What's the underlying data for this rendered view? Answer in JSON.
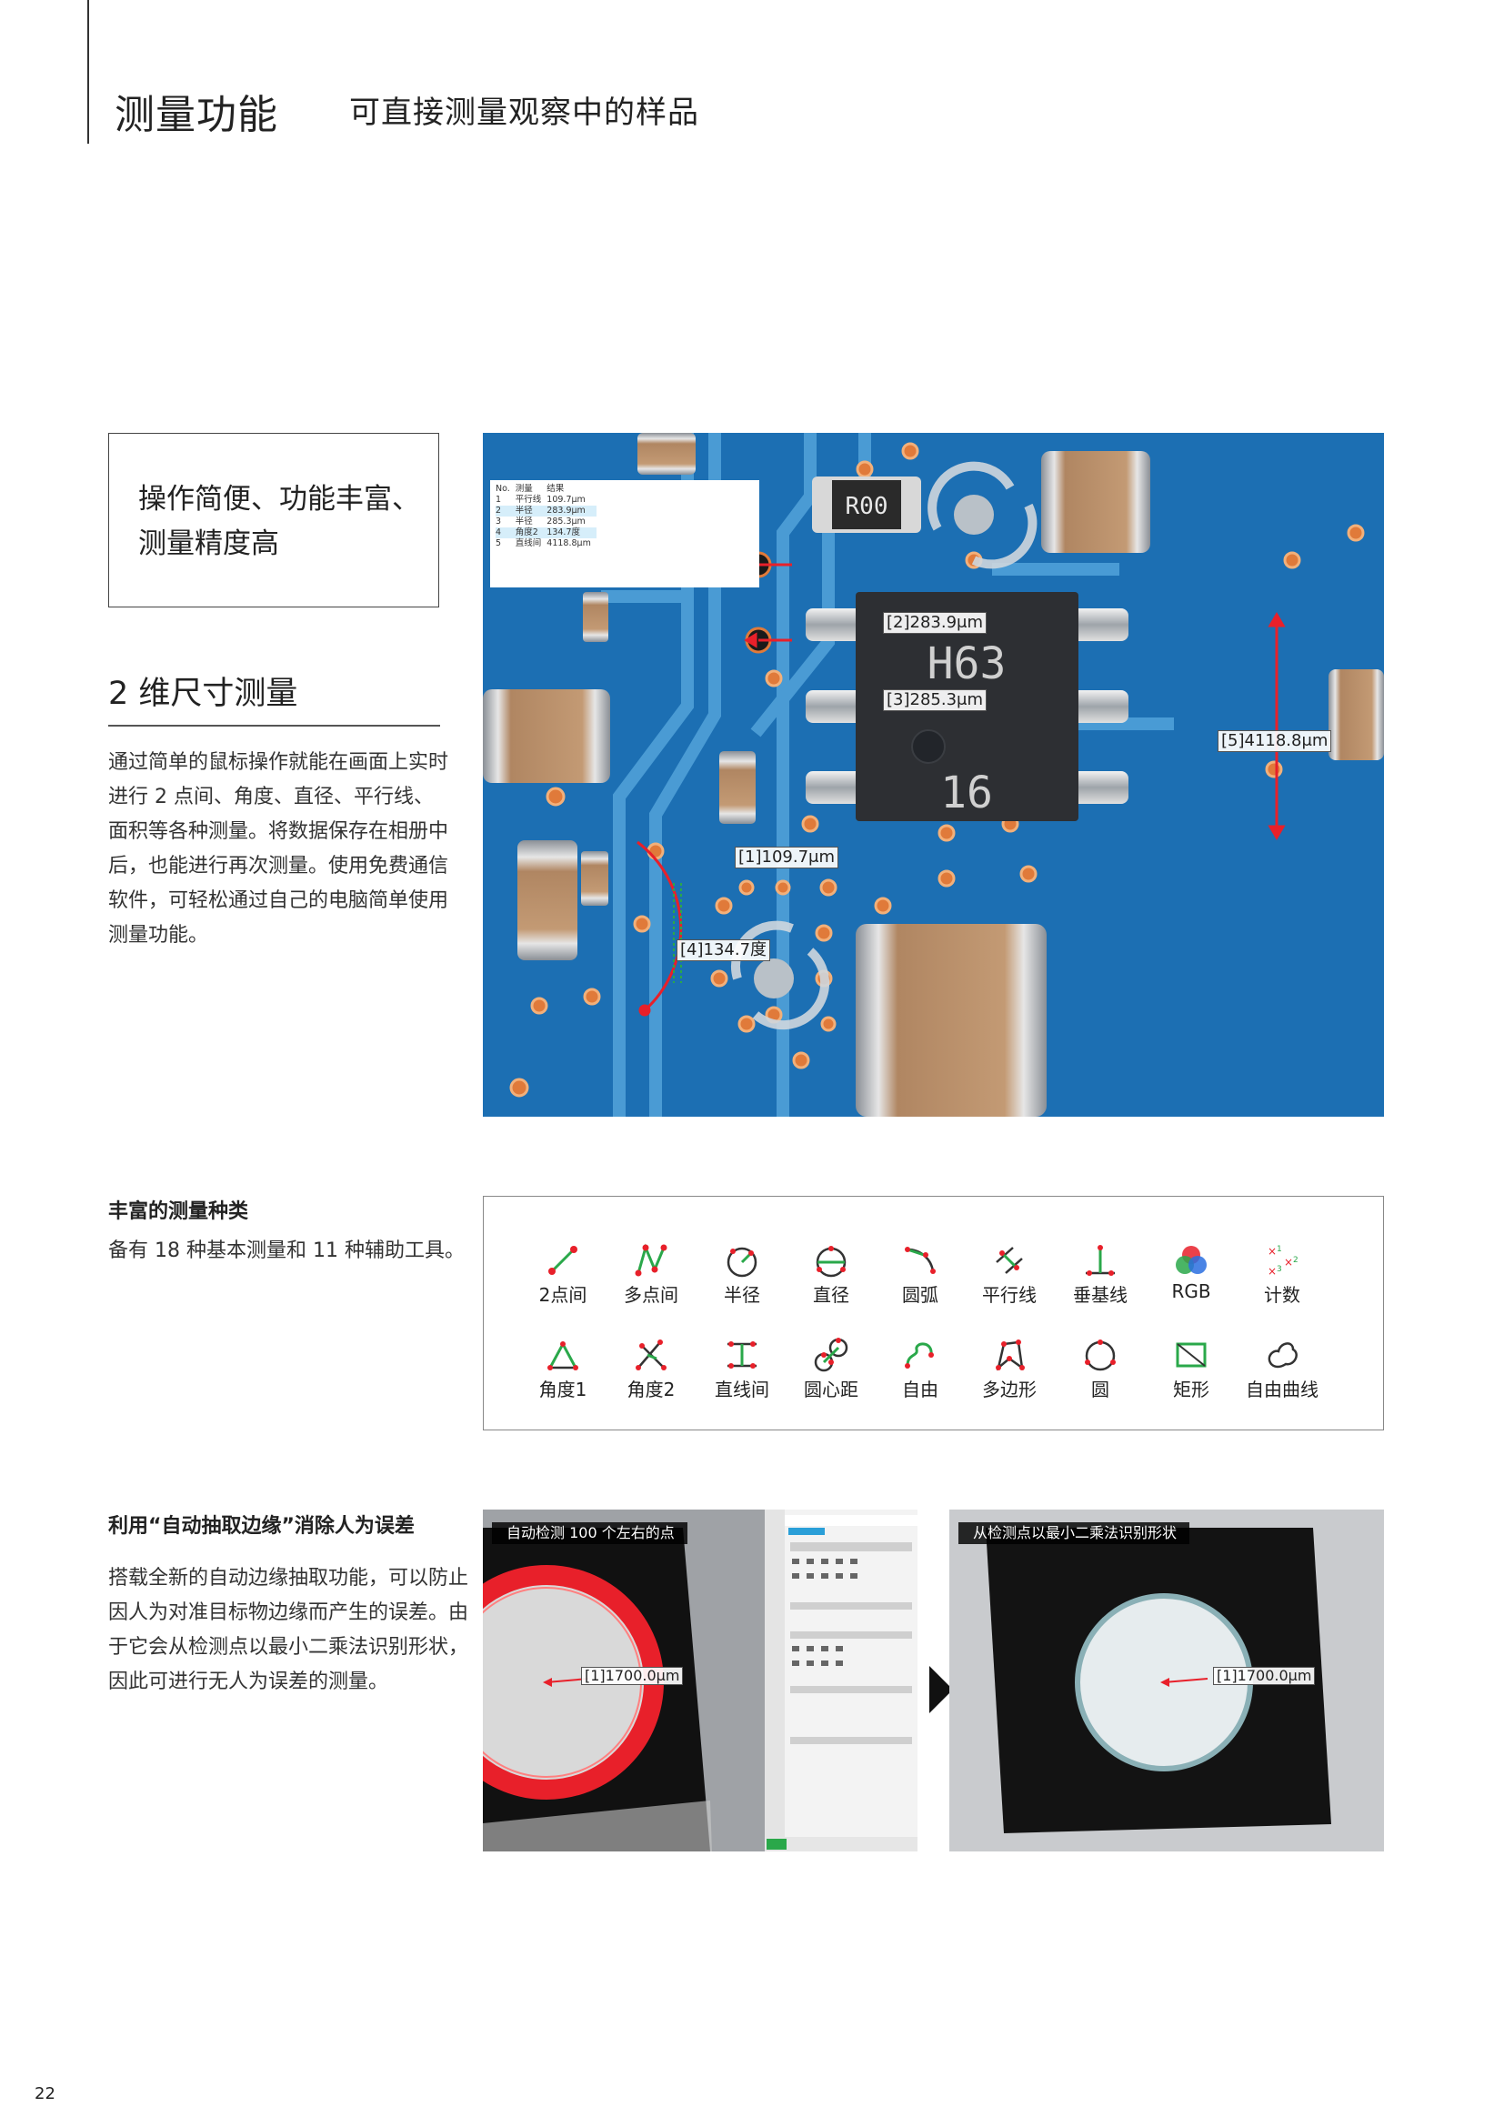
{
  "header": {
    "title": "测量功能",
    "subtitle": "可直接测量观察中的样品"
  },
  "feature_box": {
    "text": "操作简便、功能丰富、\n测量精度高"
  },
  "section_2d": {
    "heading": "2 维尺寸测量",
    "body": "通过简单的鼠标操作就能在画面上实时进行 2 点间、角度、直径、平行线、面积等各种测量。将数据保存在相册中后，也能进行再次测量。使用免费通信软件，可轻松通过自己的电脑简单使用测量功能。"
  },
  "pcb_image": {
    "table": {
      "headers": [
        "No.",
        "测量",
        "结果"
      ],
      "rows": [
        [
          "1",
          "平行线",
          "109.7μm"
        ],
        [
          "2",
          "半径",
          "283.9μm"
        ],
        [
          "3",
          "半径",
          "285.3μm"
        ],
        [
          "4",
          "角度2",
          "134.7度"
        ],
        [
          "5",
          "直线间",
          "4118.8μm"
        ]
      ]
    },
    "labels": {
      "m1": "[1]109.7μm",
      "m2": "[2]283.9μm",
      "m3": "[3]285.3μm",
      "m4": "[4]134.7度",
      "m5": "[5]4118.8μm"
    },
    "chip_marks": {
      "resistor": "R00",
      "ic_top": "H63",
      "ic_bottom": "16"
    }
  },
  "measurement_types": {
    "heading": "丰富的测量种类",
    "description": "备有 18 种基本测量和 11 种辅助工具。",
    "row1": [
      {
        "label": "2点间",
        "icon": "two-point-icon"
      },
      {
        "label": "多点间",
        "icon": "multi-point-icon"
      },
      {
        "label": "半径",
        "icon": "radius-icon"
      },
      {
        "label": "直径",
        "icon": "diameter-icon"
      },
      {
        "label": "圆弧",
        "icon": "arc-icon"
      },
      {
        "label": "平行线",
        "icon": "parallel-icon"
      },
      {
        "label": "垂基线",
        "icon": "perpendicular-icon"
      },
      {
        "label": "RGB",
        "icon": "rgb-icon"
      },
      {
        "label": "计数",
        "icon": "count-icon"
      }
    ],
    "row2": [
      {
        "label": "角度1",
        "icon": "angle1-icon"
      },
      {
        "label": "角度2",
        "icon": "angle2-icon"
      },
      {
        "label": "直线间",
        "icon": "line-distance-icon"
      },
      {
        "label": "圆心距",
        "icon": "center-distance-icon"
      },
      {
        "label": "自由",
        "icon": "free-icon"
      },
      {
        "label": "多边形",
        "icon": "polygon-icon"
      },
      {
        "label": "圆",
        "icon": "circle-icon"
      },
      {
        "label": "矩形",
        "icon": "rectangle-icon"
      },
      {
        "label": "自由曲线",
        "icon": "free-curve-icon"
      }
    ]
  },
  "edge_extraction": {
    "heading": "利用“自动抽取边缘”消除人为误差",
    "body": "搭载全新的自动边缘抽取功能，可以防止因人为对准目标物边缘而产生的误差。由于它会从检测点以最小二乘法识别形状，因此可进行无人为误差的测量。",
    "caption_left": "自动检测 100 个左右的点",
    "caption_right": "从检测点以最小二乘法识别形状",
    "label_left": "[1]1700.0μm",
    "label_right": "[1]1700.0μm"
  },
  "page_number": "22",
  "colors": {
    "pcb_blue": "#1e73b8",
    "trace_blue": "#4fa3dc",
    "measure_red": "#e8202a",
    "accent_green": "#2aa84a"
  }
}
